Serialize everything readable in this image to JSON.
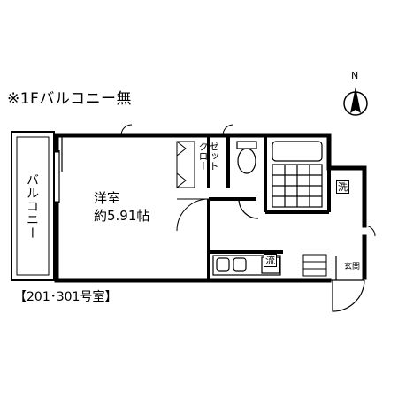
{
  "floorplan": {
    "note": "※1Fバルコニー無",
    "balcony_label": "バルコニー",
    "room_name": "洋室",
    "room_size": "約5.91帖",
    "closet_line1": "クロー",
    "closet_line2": "ゼット",
    "sink_label_bath": "洗",
    "sink_label_kitchen": "流",
    "entrance_label": "玄関",
    "compass_label": "N",
    "unit_label": "【201･301号室】"
  }
}
